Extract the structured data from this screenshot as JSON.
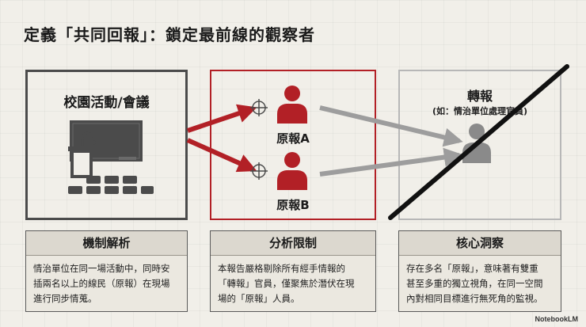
{
  "title": "定義「共同回報」：鎖定最前線的觀察者",
  "panels": {
    "left": {
      "title": "校園活動/會議"
    },
    "middle": {
      "informant_a": "原報A",
      "informant_b": "原報B"
    },
    "right": {
      "title": "轉報",
      "subtitle": "(如：情治單位處理官員)"
    }
  },
  "cards": [
    {
      "heading": "機制解析",
      "lines": [
        "情治單位在同一場活動中，同時安",
        "插兩名以上的線民（原報）在現場",
        "進行同步情蒐。"
      ]
    },
    {
      "heading": "分析限制",
      "lines": [
        "本報告嚴格剔除所有經手情報的",
        "「轉報」官員，僅聚焦於潛伏在現",
        "場的「原報」人員。"
      ]
    },
    {
      "heading": "核心洞察",
      "lines": [
        "存在多名「原報」，意味著有雙重",
        "甚至多重的獨立視角，在同一空間",
        "內對相同目標進行無死角的監視。"
      ]
    }
  ],
  "brand": "NotebookLM",
  "colors": {
    "accent_red": "#b22026",
    "dark_gray": "#4b4b4b",
    "light_gray": "#9d9d9d"
  },
  "icons": [
    "classroom-icon",
    "person-icon",
    "target-crosshair-icon",
    "arrow-icon",
    "cross-out-line"
  ]
}
